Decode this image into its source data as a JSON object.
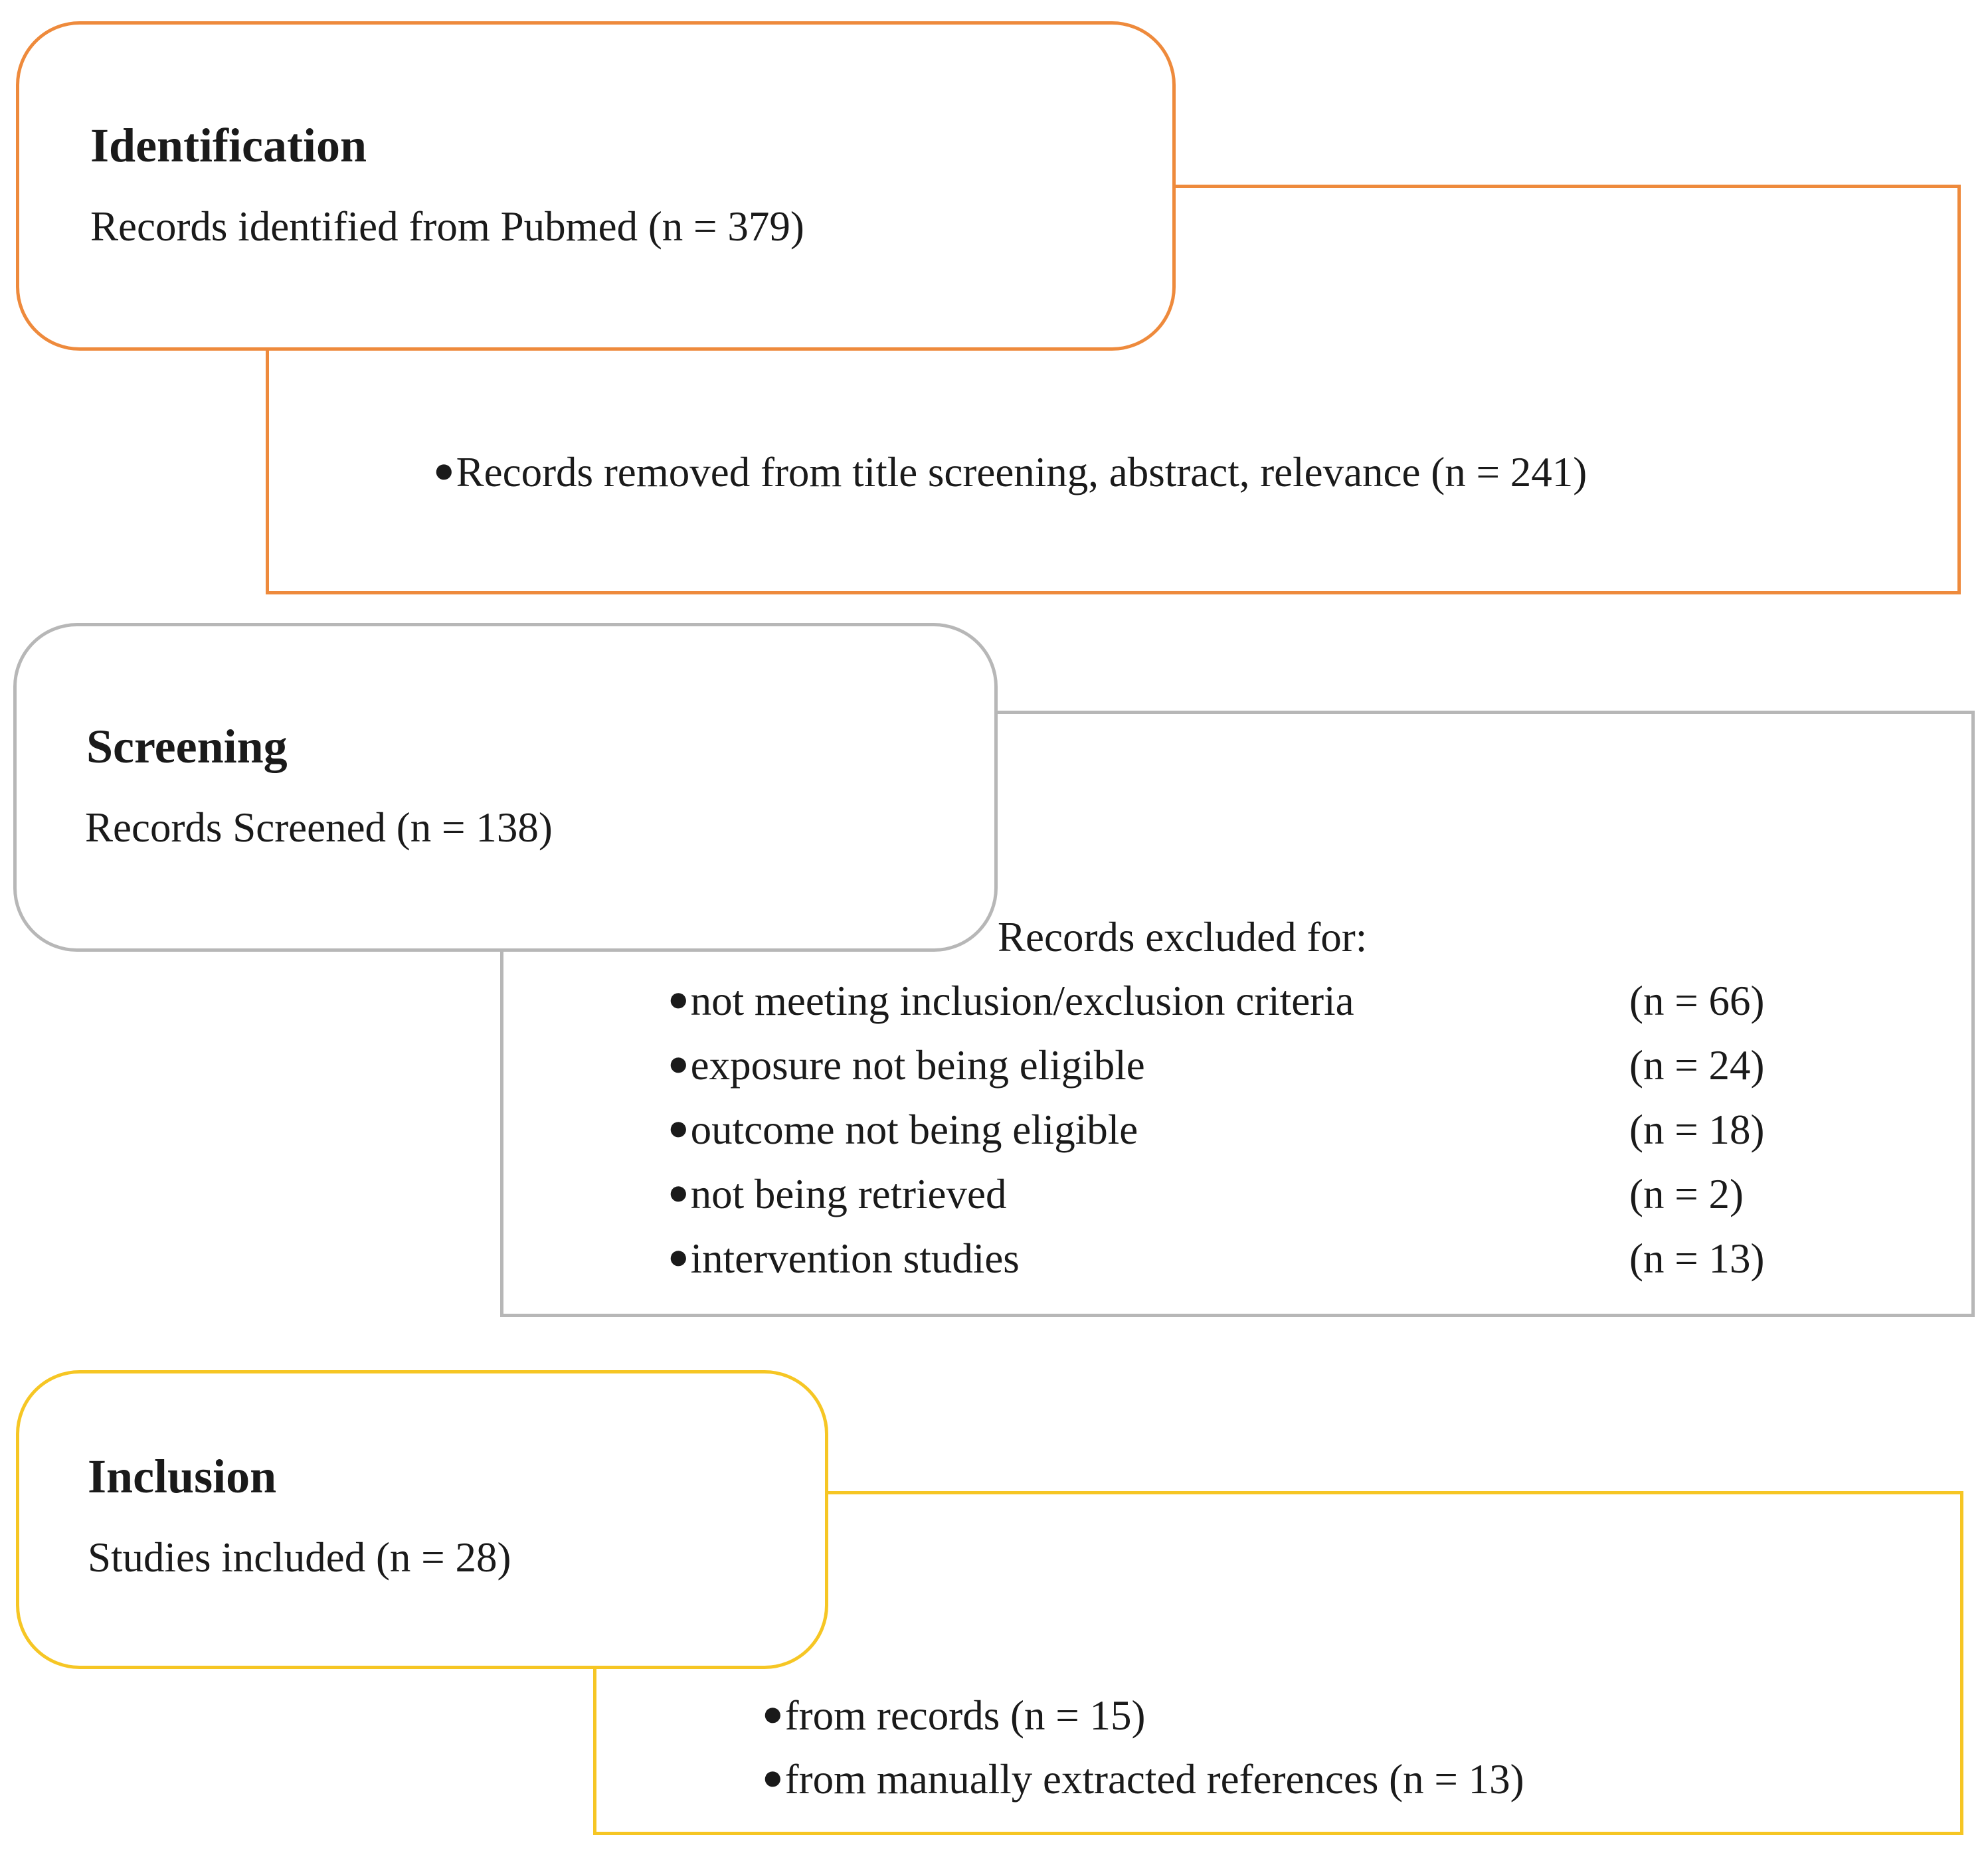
{
  "colors": {
    "identification": "#EE8A3C",
    "screening": "#B7B7B7",
    "inclusion": "#F6C624"
  },
  "identification": {
    "title": "Identification",
    "records": "Records identified  from Pubmed (n = 379)",
    "removed": "Records removed from title screening,  abstract,  relevance (n = 241)"
  },
  "screening": {
    "title": "Screening",
    "records": "Records Screened (n = 138)",
    "excluded_heading": "Records excluded for:",
    "exclusions": [
      {
        "reason": "not meeting inclusion/exclusion  criteria",
        "count": "(n = 66)"
      },
      {
        "reason": "exposure not being eligible",
        "count": "(n = 24)"
      },
      {
        "reason": "outcome not being eligible",
        "count": "(n = 18)"
      },
      {
        "reason": "not being retrieved",
        "count": "(n = 2)"
      },
      {
        "reason": "intervention studies",
        "count": "(n = 13)"
      }
    ]
  },
  "inclusion": {
    "title": "Inclusion",
    "studies": "Studies included  (n = 28)",
    "sources": [
      "from records  (n = 15)",
      "from manually extracted references (n = 13)"
    ]
  }
}
